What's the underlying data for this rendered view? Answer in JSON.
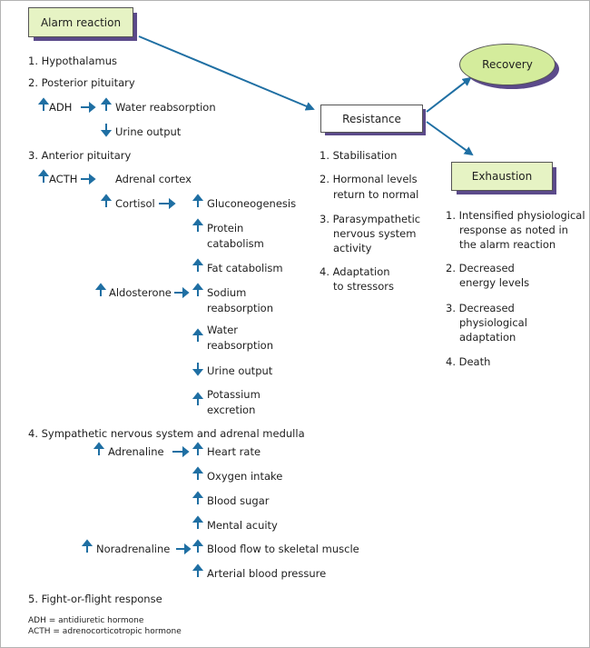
{
  "boxes": {
    "alarm": "Alarm reaction",
    "resistance": "Resistance",
    "exhaustion": "Exhaustion",
    "recovery": "Recovery"
  },
  "alarm": {
    "s1": "1. Hypothalamus",
    "s2": "2. Posterior pituitary",
    "adh": "ADH",
    "water_reabs": "Water reabsorption",
    "urine_output": "Urine output",
    "s3": "3. Anterior pituitary",
    "acth": "ACTH",
    "adrenal_cortex": "Adrenal cortex",
    "cortisol": "Cortisol",
    "gluconeogenesis": "Gluconeogenesis",
    "protein_1": "Protein",
    "protein_2": "catabolism",
    "fat": "Fat catabolism",
    "aldosterone": "Aldosterone",
    "sodium_1": "Sodium",
    "sodium_2": "reabsorption",
    "water_1": "Water",
    "water_2": "reabsorption",
    "urine_output_2": "Urine output",
    "potassium_1": "Potassium",
    "potassium_2": "excretion",
    "s4": "4. Sympathetic nervous system and adrenal medulla",
    "adrenaline": "Adrenaline",
    "heart": "Heart rate",
    "oxygen": "Oxygen intake",
    "sugar": "Blood sugar",
    "mental": "Mental acuity",
    "noradrenaline": "Noradrenaline",
    "blood_flow": "Blood flow to skeletal muscle",
    "arterial": "Arterial blood pressure",
    "s5": "5. Fight-or-flight response"
  },
  "footnotes": {
    "adh": "ADH = antidiuretic hormone",
    "acth": "ACTH = adrenocorticotropic hormone"
  },
  "resistance": {
    "i1": "1. Stabilisation",
    "i2a": "2. Hormonal levels",
    "i2b": "return to normal",
    "i3a": "3. Parasympathetic",
    "i3b": "nervous system",
    "i3c": "activity",
    "i4a": "4. Adaptation",
    "i4b": "to stressors"
  },
  "exhaustion": {
    "i1a": "1. Intensified physiological",
    "i1b": "response as noted in",
    "i1c": "the alarm reaction",
    "i2a": "2. Decreased",
    "i2b": "energy levels",
    "i3a": "3. Decreased",
    "i3b": "physiological",
    "i3c": "adaptation",
    "i4": "4. Death"
  },
  "colors": {
    "arrow": "#1f6fa3",
    "box_fill": "#e6f3c4",
    "shadow": "#5b4a8a",
    "recovery_fill": "#d4ec9c"
  }
}
